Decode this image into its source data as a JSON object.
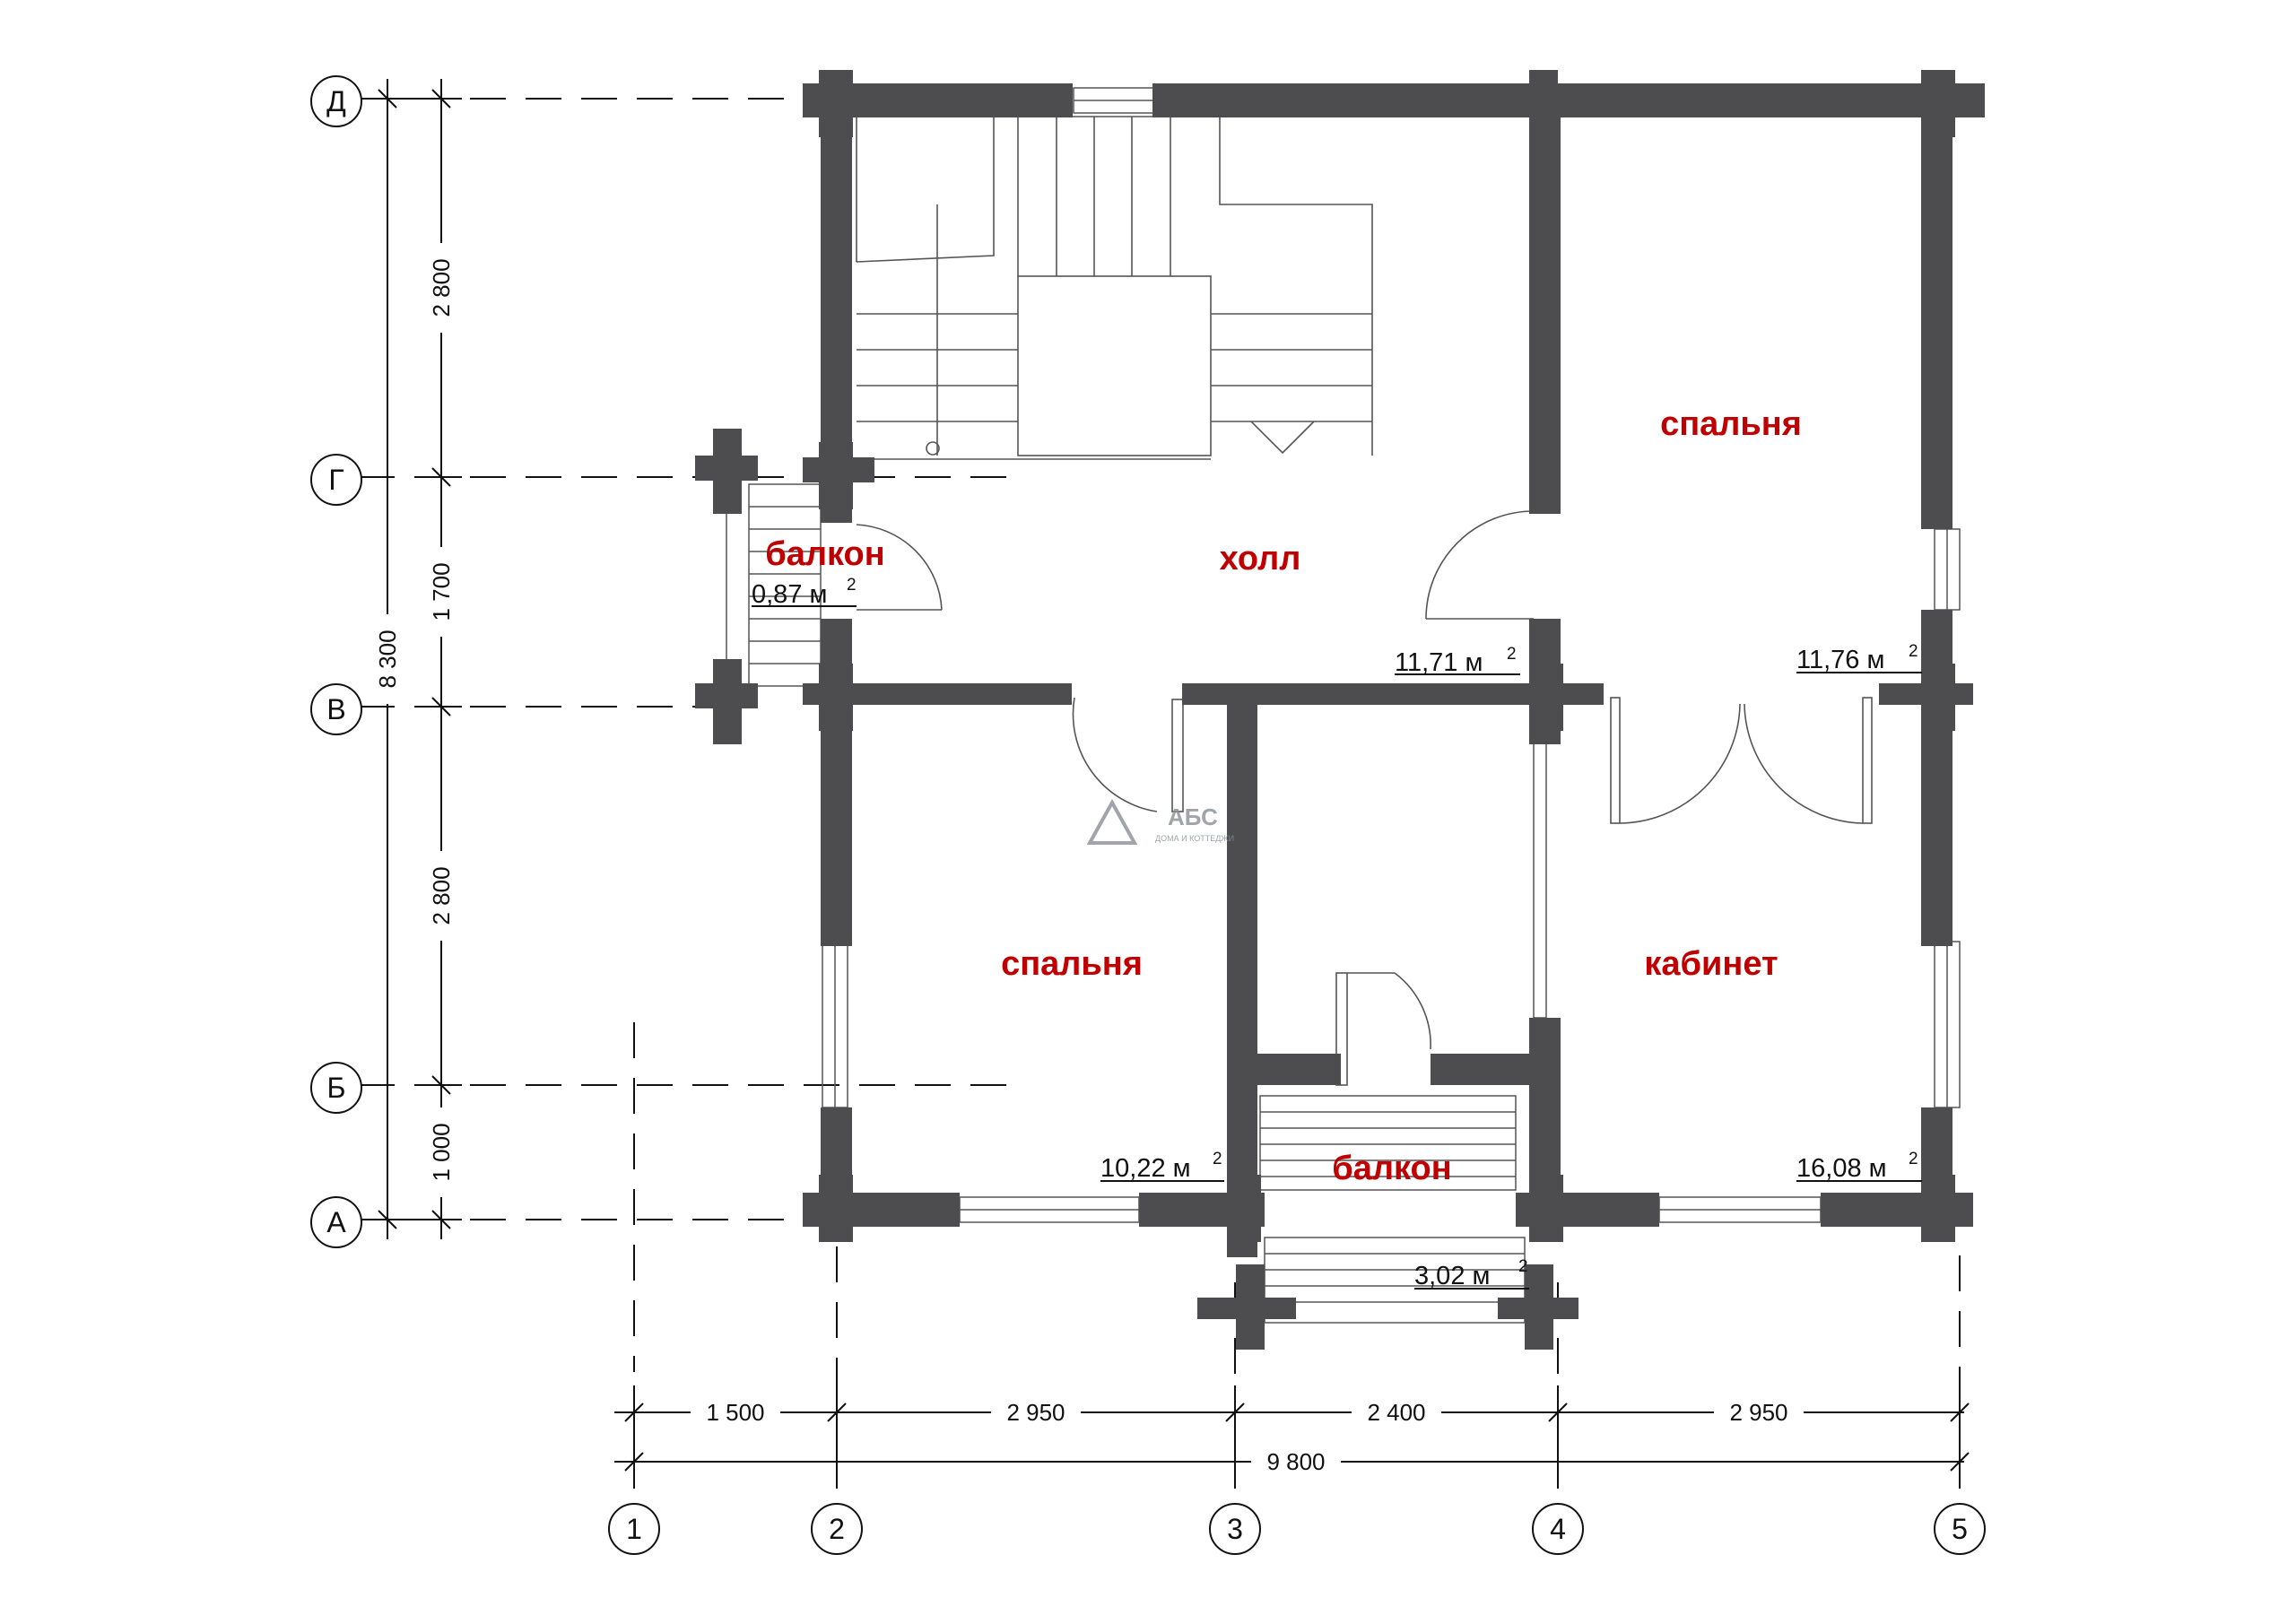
{
  "colors": {
    "wall": "#4d4d4f",
    "label": "#c00000",
    "line": "#111111",
    "logo": "#8a8f96"
  },
  "rooms": {
    "hall": {
      "name": "холл",
      "area": "11,71 м",
      "sup": "2"
    },
    "bedroom_top": {
      "name": "спальня",
      "area": "11,76 м",
      "sup": "2"
    },
    "bedroom_left": {
      "name": "спальня",
      "area": "10,22 м",
      "sup": "2"
    },
    "study": {
      "name": "кабинет",
      "area": "16,08 м",
      "sup": "2"
    },
    "balcony_left": {
      "name": "балкон",
      "area": "0,87 м",
      "sup": "2"
    },
    "balcony_bottom": {
      "name": "балкон",
      "area": "3,02 м",
      "sup": "2"
    }
  },
  "axes": {
    "vertical": [
      "1",
      "2",
      "3",
      "4",
      "5"
    ],
    "horizontal": [
      "Д",
      "Г",
      "В",
      "Б",
      "А"
    ]
  },
  "dimensions": {
    "bottom_segments": [
      "1 500",
      "2 950",
      "2 400",
      "2 950"
    ],
    "bottom_total": "9 800",
    "left_segments": [
      "2 800",
      "1 700",
      "2 800",
      "1 000"
    ],
    "left_total": "8 300"
  },
  "logo": {
    "mark": "АБС",
    "tagline": "ДОМА И КОТТЕДЖИ"
  }
}
